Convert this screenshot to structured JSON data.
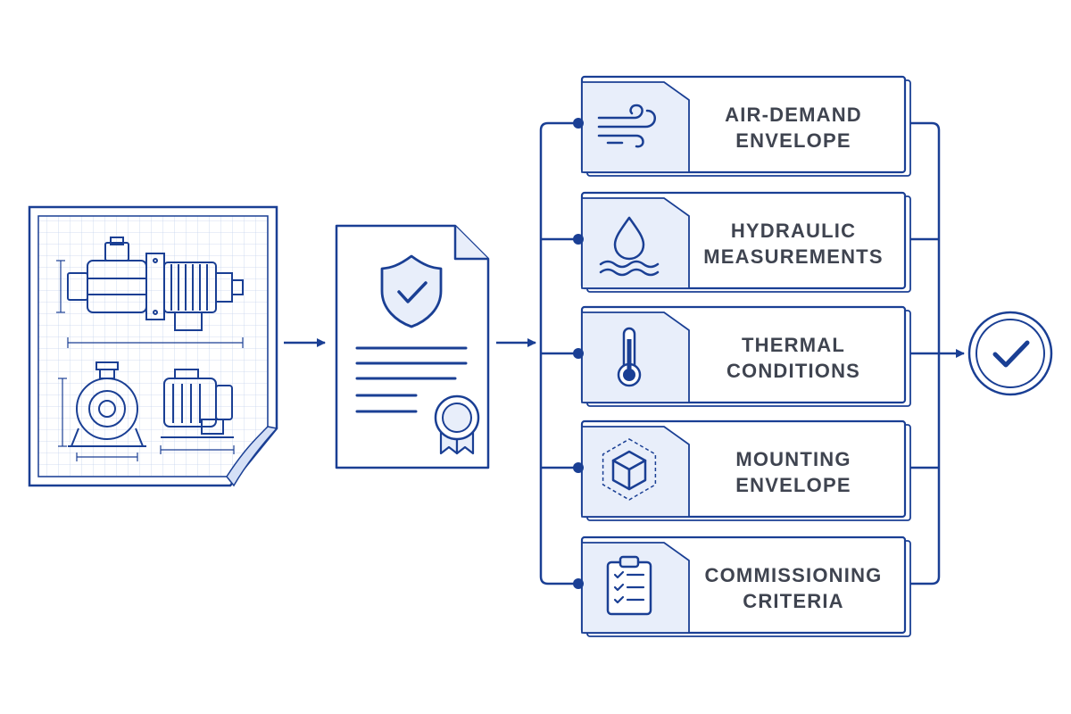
{
  "colors": {
    "primary": "#1a3f94",
    "light_fill": "#e8eefa",
    "grid": "#c6d4ee",
    "text": "#3f4450",
    "background": "#ffffff"
  },
  "inputs": {
    "blueprint": {
      "icon": "pump-blueprint-icon"
    },
    "certificate": {
      "icon": "shield-check-certificate-icon"
    }
  },
  "cards": [
    {
      "line1": "AIR-DEMAND",
      "line2": "ENVELOPE",
      "icon": "wind-icon"
    },
    {
      "line1": "HYDRAULIC",
      "line2": "MEASUREMENTS",
      "icon": "water-drop-icon"
    },
    {
      "line1": "THERMAL",
      "line2": "CONDITIONS",
      "icon": "thermometer-icon"
    },
    {
      "line1": "MOUNTING",
      "line2": "ENVELOPE",
      "icon": "cube-icon"
    },
    {
      "line1": "COMMISSIONING",
      "line2": "CRITERIA",
      "icon": "clipboard-checklist-icon"
    }
  ],
  "output": {
    "icon": "check-circle-icon"
  }
}
